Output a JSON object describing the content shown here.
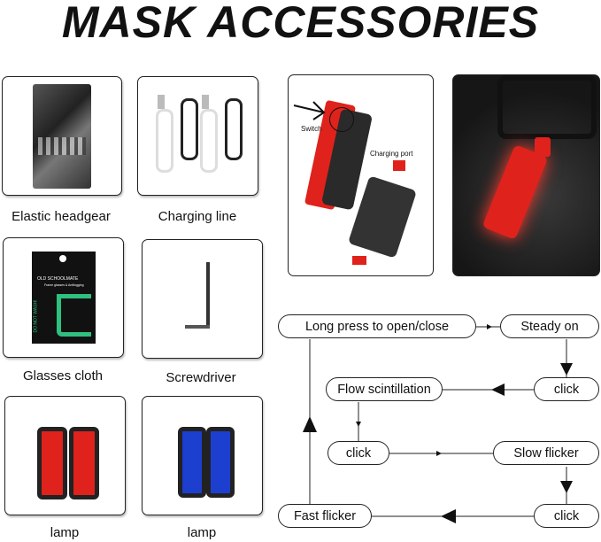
{
  "title": "MASK ACCESSORIES",
  "accessories": [
    {
      "label": "Elastic headgear"
    },
    {
      "label": "Charging line"
    },
    {
      "label": "Glasses cloth",
      "package_text": "OLD SCHOOLMATE",
      "package_subtext": "Frame glasses & Antifogging",
      "package_side_text": "DO NOT WASH!"
    },
    {
      "label": "Screwdriver"
    },
    {
      "label": "lamp"
    },
    {
      "label": "lamp"
    }
  ],
  "photo_annotations": {
    "switch": "Switch",
    "charging_port": "Charging port"
  },
  "flow": {
    "long_press": "Long press to open/close",
    "steady_on": "Steady on",
    "click1": "click",
    "flow_scintillation": "Flow scintillation",
    "click2": "click",
    "slow_flicker": "Slow flicker",
    "click3": "click",
    "fast_flicker": "Fast flicker"
  },
  "colors": {
    "lamp_red": "#e0221c",
    "lamp_blue": "#1d3fcf",
    "cloth_green": "#2fbf7f"
  }
}
